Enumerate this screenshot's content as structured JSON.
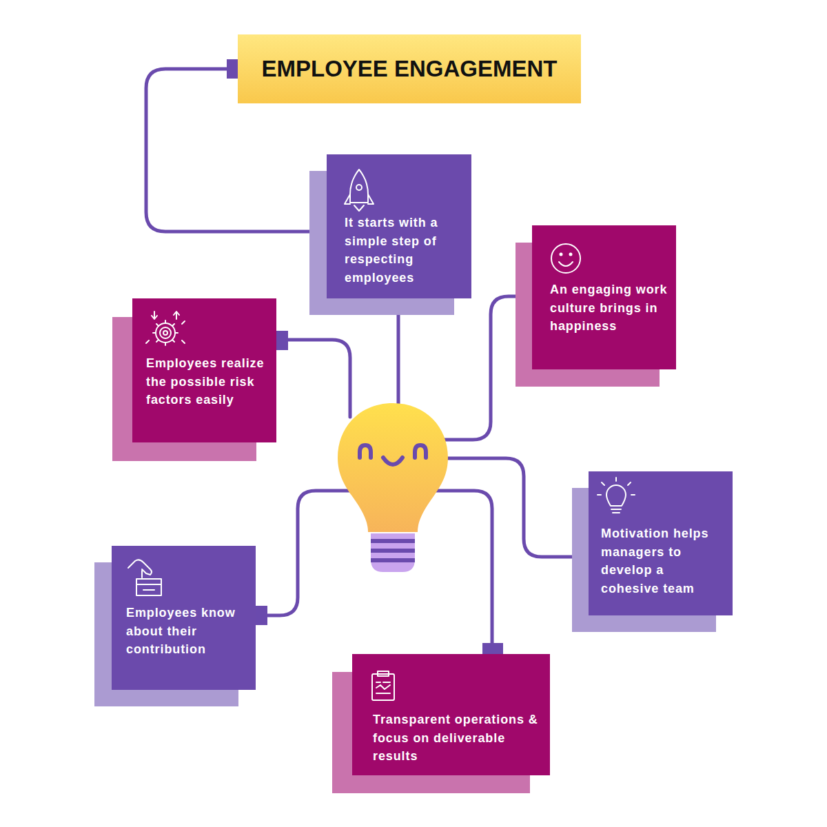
{
  "diagram": {
    "nodes": [
      {
        "text": [
          "EMPLOYEE ENGAGEMENT"
        ]
      },
      {
        "text": [
          "It starts with a simple step of respecting employees"
        ]
      },
      {
        "text": [
          "An engaging work culture brings in happiness"
        ]
      },
      {
        "text": [
          "Employees realize the possible risk factors easily"
        ]
      },
      {
        "text": [
          "Motivation helps managers to develop a cohesive team"
        ]
      },
      {
        "text": [
          "Employees know about their contribution"
        ]
      },
      {
        "text": [
          "Transparent operations & focus on deliverable results"
        ]
      }
    ],
    "edges": [
      {
        "from": 0,
        "to": 1,
        "arrow": "none"
      }
    ]
  }
}
